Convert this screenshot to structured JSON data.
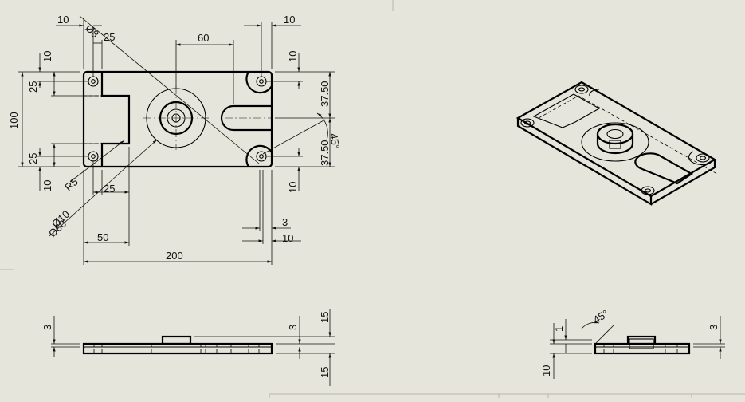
{
  "front_view": {
    "dims": {
      "top_10_left": "10",
      "phi8": "Ø8",
      "top_25": "25",
      "top_60": "60",
      "top_10_right": "10",
      "left_10_top": "10",
      "left_25_top": "25",
      "left_100": "100",
      "left_25_bottom": "25",
      "left_10_bottom": "10",
      "right_10_top": "10",
      "right_37_50_top": "37.50",
      "right_37_50_bottom": "37.50",
      "right_10_bottom": "10",
      "angle_45": "45°",
      "r5": "R5",
      "bottom_25": "25",
      "phi60": "Ø60",
      "phi10": "Ø10",
      "bottom_50": "50",
      "bottom_200": "200",
      "bottom_3": "3",
      "bottom_10": "10"
    }
  },
  "side_view_left": {
    "dims": {
      "left_3": "3",
      "right_3": "3",
      "right_15_top": "15",
      "right_15_bottom": "15"
    }
  },
  "side_view_right": {
    "dims": {
      "left_1": "1",
      "left_10": "10",
      "angle_45": "45°",
      "right_3": "3"
    }
  }
}
